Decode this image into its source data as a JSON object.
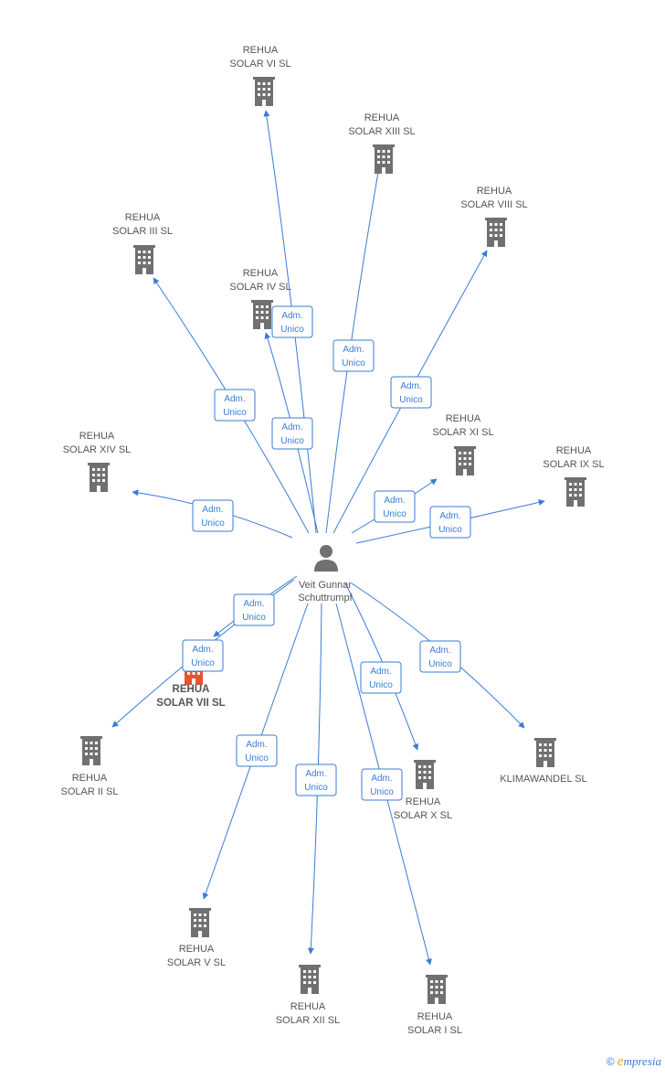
{
  "colors": {
    "edge": "#3a7bd5",
    "building": "#707070",
    "building_main": "#e8532e",
    "person": "#707070"
  },
  "person": {
    "line1": "Veit Gunnar",
    "line2": "Schuttrumpf",
    "icon": "person-icon"
  },
  "edge_label": {
    "line1": "Adm.",
    "line2": "Unico"
  },
  "companies": [
    {
      "key": "vi",
      "line1": "REHUA",
      "line2": "SOLAR VI SL"
    },
    {
      "key": "xiii",
      "line1": "REHUA",
      "line2": "SOLAR XIII SL"
    },
    {
      "key": "viii",
      "line1": "REHUA",
      "line2": "SOLAR VIII SL"
    },
    {
      "key": "iii",
      "line1": "REHUA",
      "line2": "SOLAR III SL"
    },
    {
      "key": "iv",
      "line1": "REHUA",
      "line2": "SOLAR IV SL"
    },
    {
      "key": "xi",
      "line1": "REHUA",
      "line2": "SOLAR XI SL"
    },
    {
      "key": "xiv",
      "line1": "REHUA",
      "line2": "SOLAR XIV SL"
    },
    {
      "key": "ix",
      "line1": "REHUA",
      "line2": "SOLAR IX SL"
    },
    {
      "key": "vii",
      "line1": "REHUA",
      "line2": "SOLAR VII SL",
      "main": true
    },
    {
      "key": "ii",
      "line1": "REHUA",
      "line2": "SOLAR II SL"
    },
    {
      "key": "klima",
      "line1": "KLIMAWANDEL SL",
      "line2": ""
    },
    {
      "key": "x",
      "line1": "REHUA",
      "line2": "SOLAR X SL"
    },
    {
      "key": "v",
      "line1": "REHUA",
      "line2": "SOLAR V SL"
    },
    {
      "key": "xii",
      "line1": "REHUA",
      "line2": "SOLAR XII SL"
    },
    {
      "key": "i",
      "line1": "REHUA",
      "line2": "SOLAR I SL"
    }
  ],
  "footer": {
    "symbol": "©",
    "brand_e": "e",
    "brand_rest": "mpresia"
  }
}
